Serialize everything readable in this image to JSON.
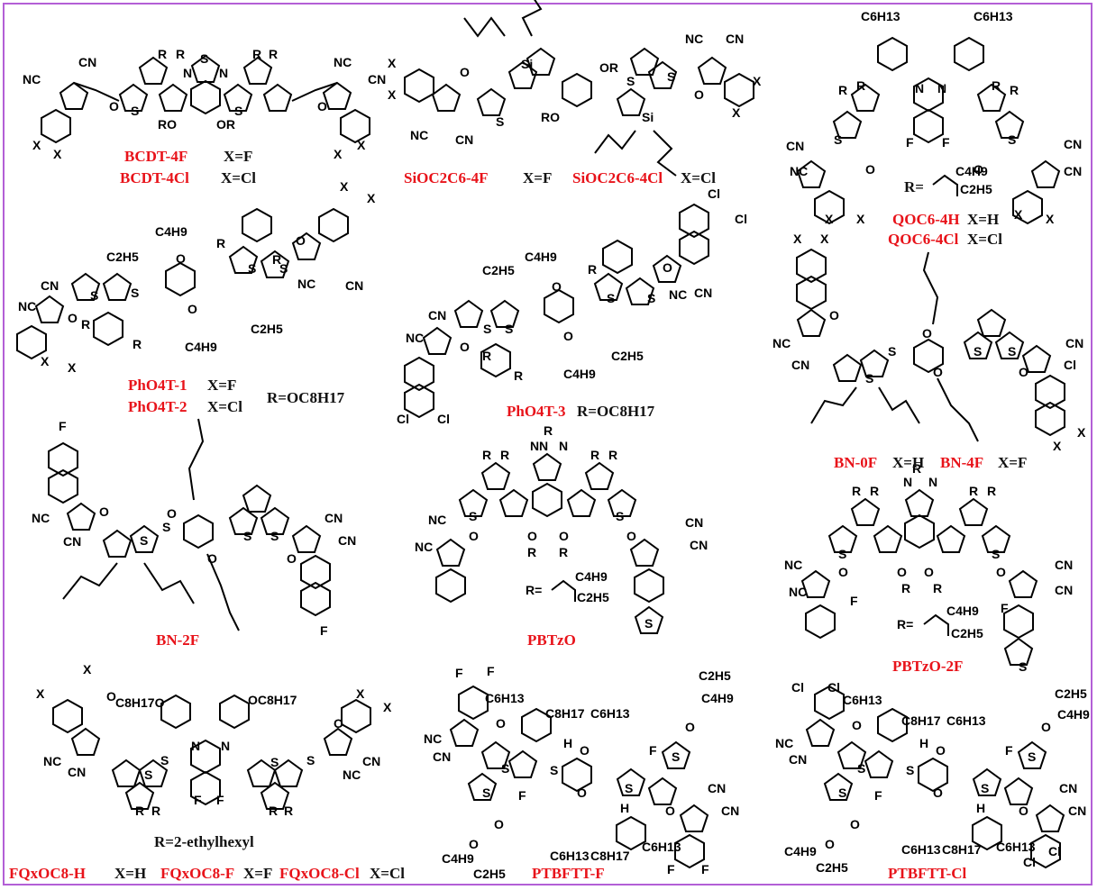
{
  "border_color": "#b35fd6",
  "name_color": "#e8131a",
  "molecules": [
    {
      "id": "bcdt",
      "names": [
        "BCDT-4F",
        "BCDT-4Cl"
      ],
      "subs": [
        "X=F",
        "X=Cl"
      ]
    },
    {
      "id": "sioc",
      "names": [
        "SiOC2C6-4F",
        "SiOC2C6-4Cl"
      ],
      "subs": [
        "X=F",
        "X=Cl"
      ]
    },
    {
      "id": "qoc",
      "names": [
        "QOC6-4H",
        "QOC6-4Cl"
      ],
      "subs": [
        "X=H",
        "X=Cl"
      ],
      "r_def": "R="
    },
    {
      "id": "pho4t12",
      "names": [
        "PhO4T-1",
        "PhO4T-2"
      ],
      "subs": [
        "X=F",
        "X=Cl"
      ],
      "r_def": "R=OC8H17"
    },
    {
      "id": "pho4t3",
      "names": [
        "PhO4T-3"
      ],
      "r_def": "R=OC8H17"
    },
    {
      "id": "bn",
      "names": [
        "BN-0F",
        "BN-4F"
      ],
      "subs": [
        "X=H",
        "X=F"
      ]
    },
    {
      "id": "bn2f",
      "names": [
        "BN-2F"
      ]
    },
    {
      "id": "pbtzo",
      "names": [
        "PBTzO"
      ],
      "r_def": "R="
    },
    {
      "id": "pbtzo2f",
      "names": [
        "PBTzO-2F"
      ],
      "r_def": "R="
    },
    {
      "id": "fqx",
      "names": [
        "FQxOC8-H",
        "FQxOC8-F",
        "FQxOC8-Cl"
      ],
      "subs": [
        "X=H",
        "X=F",
        "X=Cl"
      ],
      "r_def": "R=2-ethylhexyl"
    },
    {
      "id": "ptbfttf",
      "names": [
        "PTBFTT-F"
      ]
    },
    {
      "id": "ptbfttcl",
      "names": [
        "PTBFTT-Cl"
      ]
    }
  ],
  "atoms": {
    "N": "N",
    "S": "S",
    "O": "O",
    "Si": "Si",
    "R": "R",
    "X": "X",
    "F": "F",
    "Cl": "Cl",
    "H": "H",
    "NC": "NC",
    "CN": "CN",
    "RO": "RO",
    "OR": "OR",
    "C4H9": "C4H9",
    "C2H5": "C2H5",
    "C6H13": "C6H13",
    "C8H17": "C8H17",
    "C8H17O": "C8H17O",
    "OC8H17": "OC8H17"
  }
}
